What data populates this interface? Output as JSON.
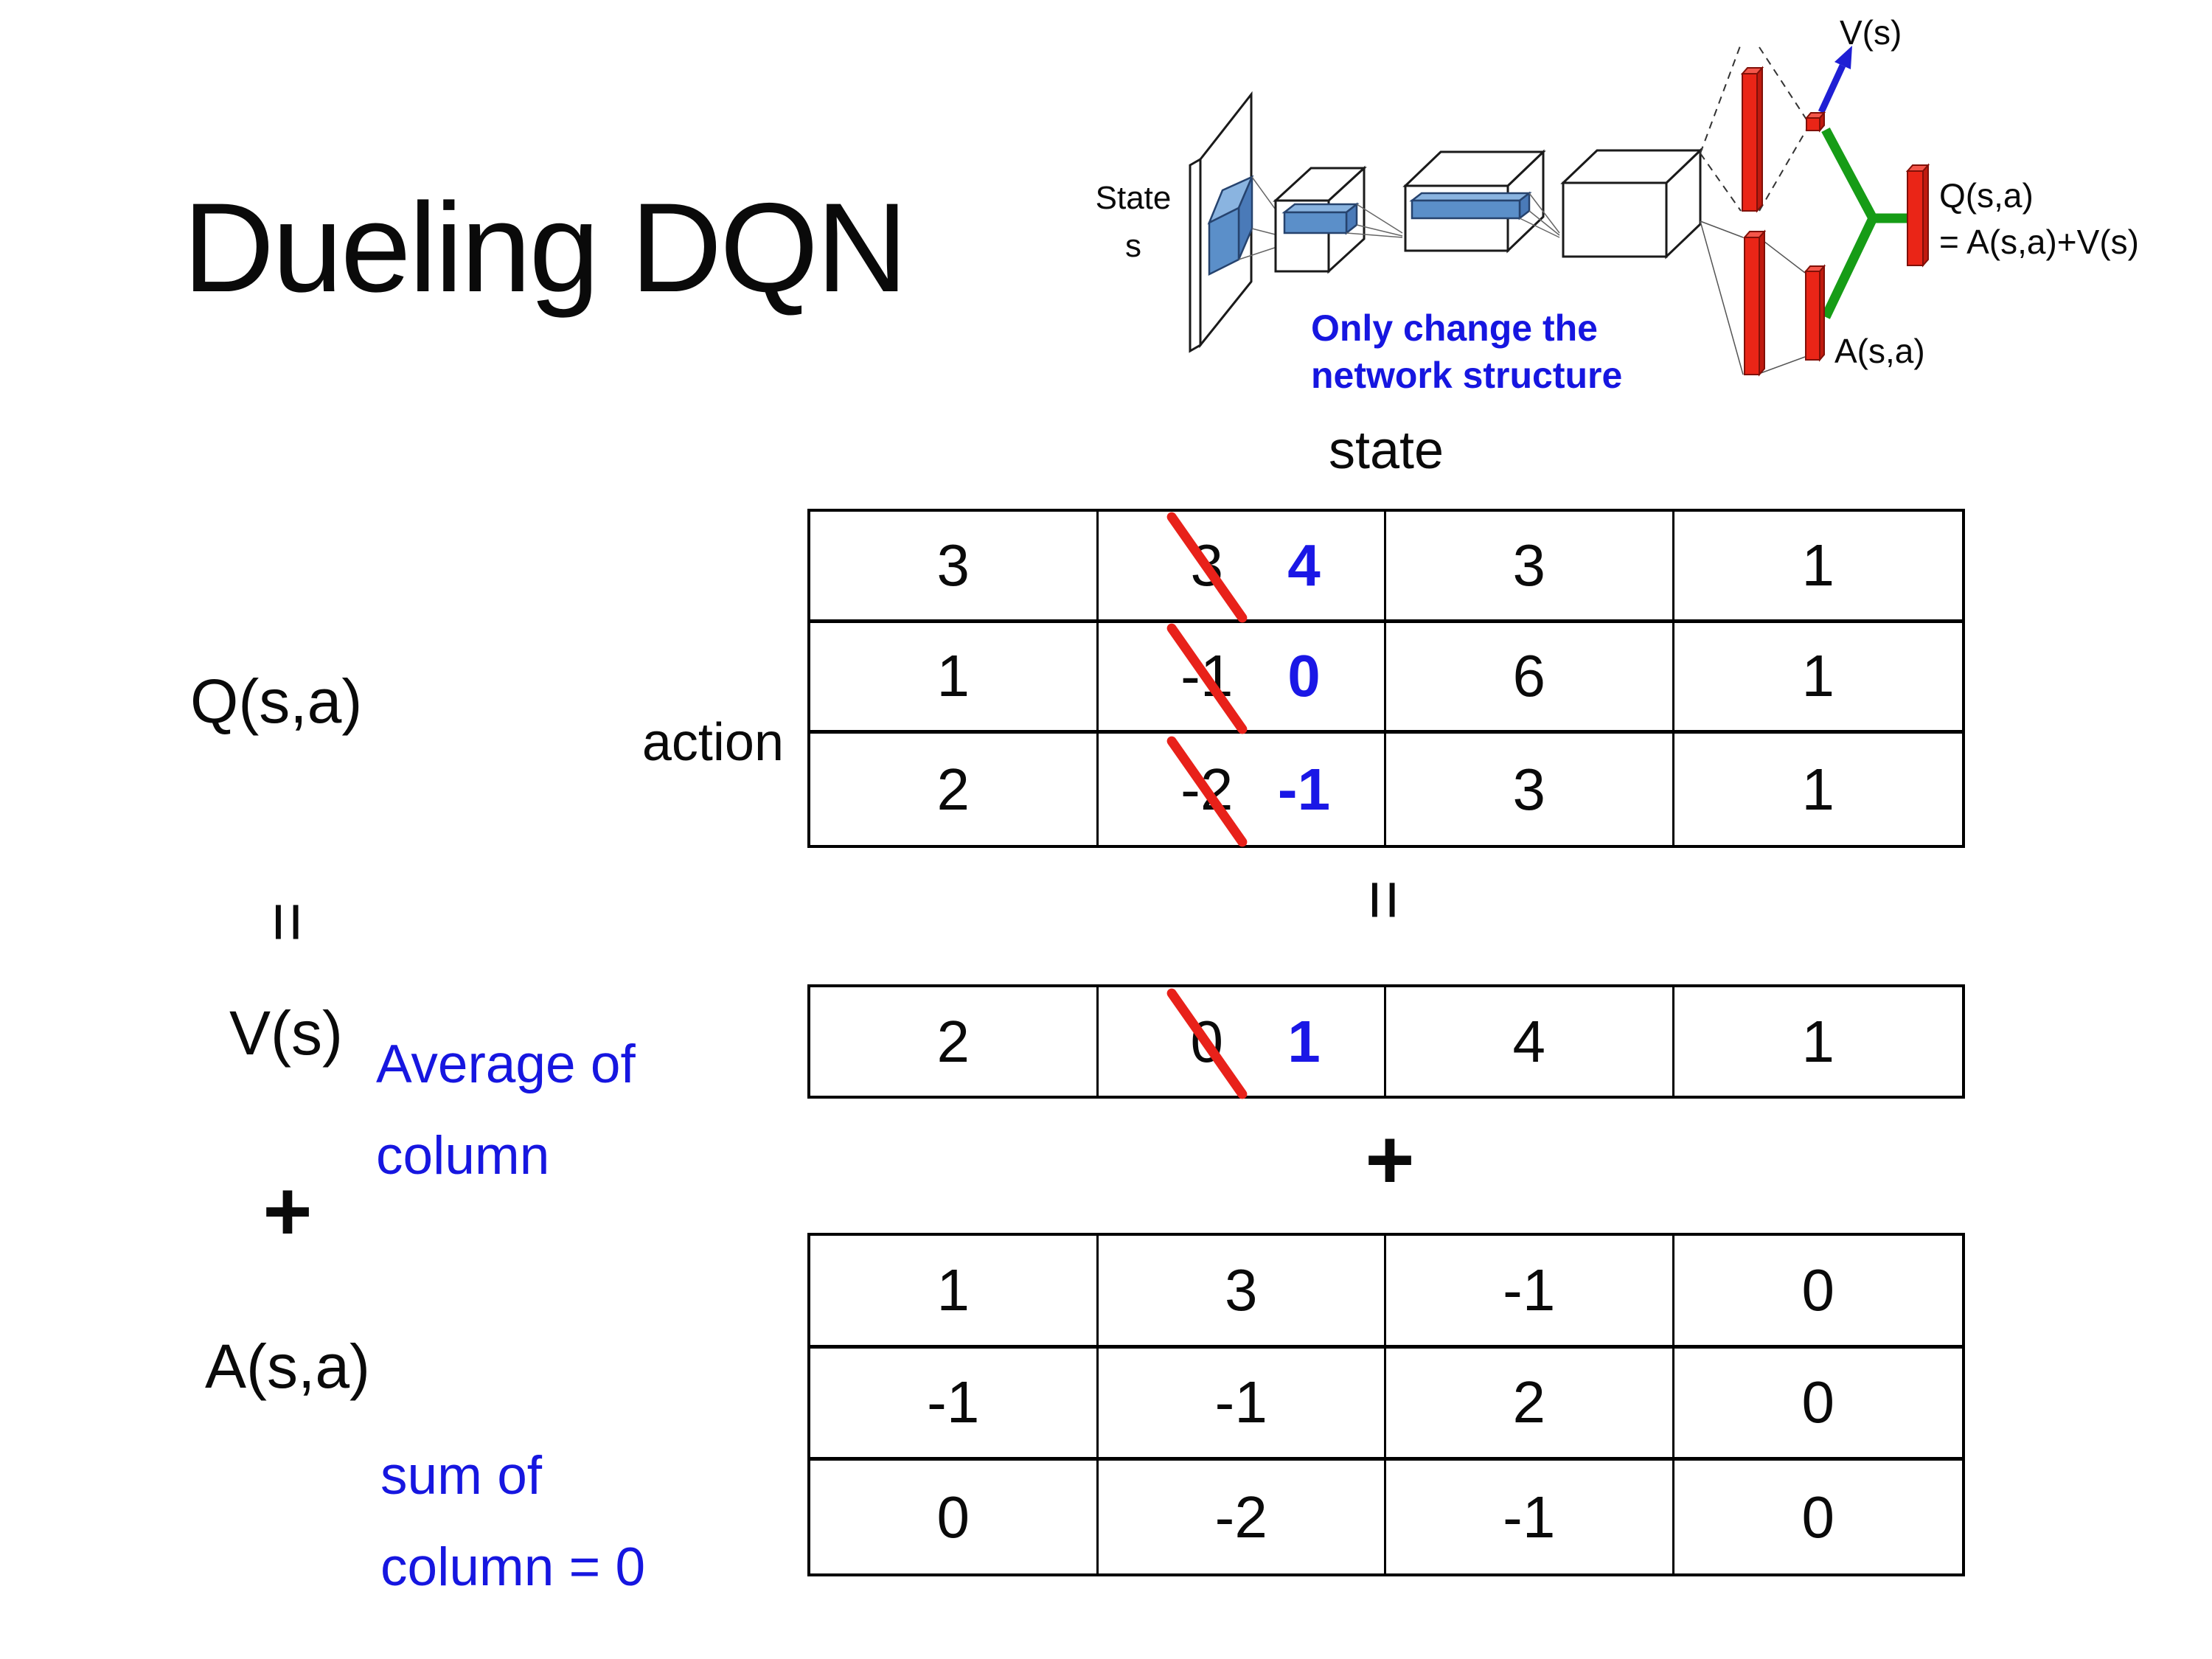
{
  "title": "Dueling DQN",
  "diagram": {
    "state_line1": "State",
    "state_line2": "s",
    "note_line1": "Only change the",
    "note_line2": "network structure",
    "v_out_label": "V(s)",
    "q_out_label_line1": "Q(s,a)",
    "q_out_label_line2": "= A(s,a)+V(s)",
    "a_out_label": "A(s,a)"
  },
  "left_labels": {
    "q": "Q(s,a)",
    "equals": "=",
    "v": "V(s)",
    "plus": "+",
    "a": "A(s,a)"
  },
  "equation_middle": {
    "equals": "=",
    "plus": "+"
  },
  "annotations": {
    "average_line1": "Average of",
    "average_line2": "column",
    "sum_line1": "sum of",
    "sum_line2": "column = 0"
  },
  "q_table": {
    "state_header": "state",
    "action_label": "action",
    "rows": [
      {
        "c0": "3",
        "old": "3",
        "new": "4",
        "c2": "3",
        "c3": "1"
      },
      {
        "c0": "1",
        "old": "-1",
        "new": "0",
        "c2": "6",
        "c3": "1"
      },
      {
        "c0": "2",
        "old": "-2",
        "new": "-1",
        "c2": "3",
        "c3": "1"
      }
    ]
  },
  "v_table": {
    "row": {
      "c0": "2",
      "old": "0",
      "new": "1",
      "c2": "4",
      "c3": "1"
    }
  },
  "a_table": {
    "rows": [
      {
        "c0": "1",
        "c1": "3",
        "c2": "-1",
        "c3": "0"
      },
      {
        "c0": "-1",
        "c1": "-1",
        "c2": "2",
        "c3": "0"
      },
      {
        "c0": "0",
        "c1": "-2",
        "c2": "-1",
        "c3": "0"
      }
    ]
  },
  "colors": {
    "annotation_blue": "#1616e0",
    "corrected_value_blue": "#1a17e6",
    "strike_red": "#e8211a",
    "fc_bar_red": "#ea2517",
    "branch_green": "#169c16",
    "arrow_blue": "#1f1fd4",
    "conv_slab_blue": "#5b8fc9"
  }
}
